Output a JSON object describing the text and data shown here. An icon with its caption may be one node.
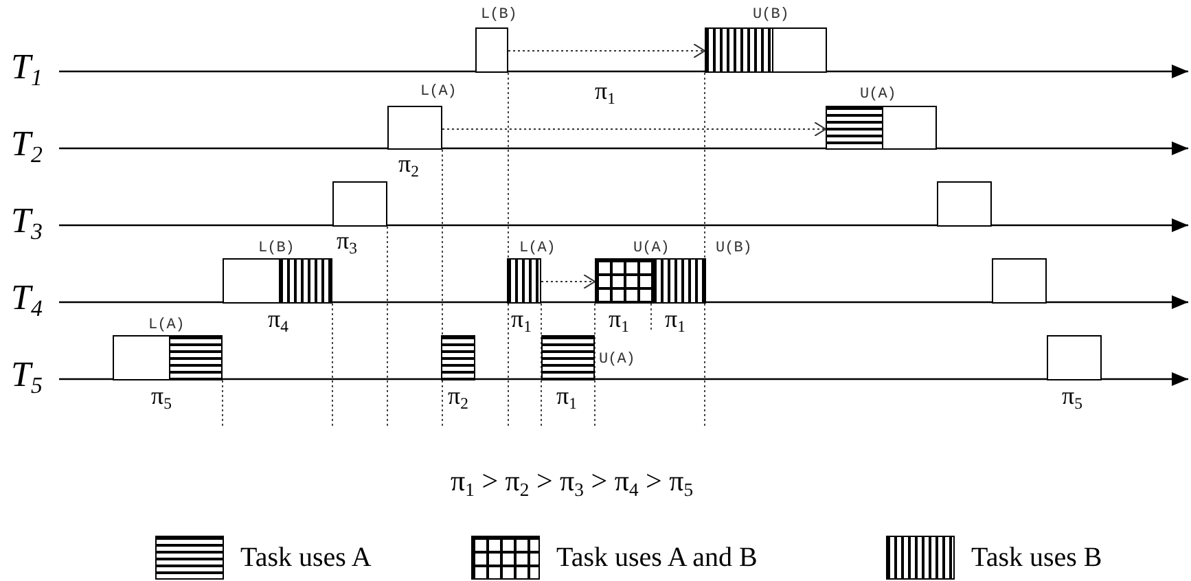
{
  "diagram": {
    "nodes": [
      {
        "text": [],
        "shape": "box",
        "beside": [
          "L(B)"
        ]
      },
      {
        "text": [],
        "shape": "box",
        "beside": [
          "U(B)"
        ]
      },
      {
        "text": [],
        "shape": "box",
        "beside": [
          "L(A)",
          "π$_{2}$"
        ]
      },
      {
        "text": [],
        "shape": "box",
        "beside": [
          "U(A)"
        ]
      },
      {
        "text": [],
        "shape": "box",
        "beside": [
          "π$_{3}$"
        ]
      },
      {
        "text": [],
        "shape": "box"
      },
      {
        "text": [],
        "shape": "box",
        "beside": [
          "L(B)",
          "π$_{4}$"
        ]
      },
      {
        "text": [],
        "shape": "box",
        "beside": [
          "L(A)",
          "π$_{1}$"
        ]
      },
      {
        "text": [],
        "shape": "box",
        "beside": [
          "U(A)",
          "U(B)",
          "π$_{1}$",
          "π$_{1}$"
        ]
      },
      {
        "text": [],
        "shape": "box"
      },
      {
        "text": [],
        "shape": "box",
        "beside": [
          "L(A)",
          "π$_{5}$"
        ]
      },
      {
        "text": [],
        "shape": "box",
        "beside": [
          "π$_{2}$"
        ]
      },
      {
        "text": [],
        "shape": "box",
        "beside": [
          "U(A)",
          "π$_{1}$"
        ]
      },
      {
        "text": [],
        "shape": "box",
        "beside": [
          "π$_{5}$"
        ]
      }
    ],
    "edges": [
      {
        "from": 0,
        "to": 1,
        "arrow": "to",
        "style": "dashed"
      },
      {
        "from": 2,
        "to": 3,
        "arrow": "to",
        "style": "dashed"
      },
      {
        "from": 7,
        "to": 8,
        "arrow": "to",
        "style": "dashed"
      }
    ],
    "labels": [
      "T$_{1}$",
      "π$_{1}$",
      "T$_{2}$",
      "T$_{3}$",
      "T$_{4}$",
      "T$_{5}$",
      "π$_{1}$ > π$_{2}$ > π$_{3}$ > π$_{4}$ > π$_{5}$"
    ],
    "legend": [
      {
        "text": "Task uses A"
      },
      {
        "text": "Task uses A and B"
      },
      {
        "text": "Task uses B"
      }
    ]
  }
}
